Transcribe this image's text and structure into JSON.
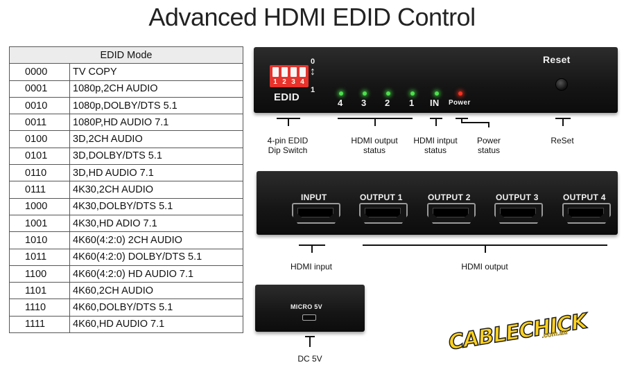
{
  "title": "Advanced HDMI EDID Control",
  "edid_table": {
    "header": "EDID Mode",
    "rows": [
      {
        "code": "0000",
        "desc": "TV COPY"
      },
      {
        "code": "0001",
        "desc": "1080p,2CH AUDIO"
      },
      {
        "code": "0010",
        "desc": "1080p,DOLBY/DTS 5.1"
      },
      {
        "code": "0011",
        "desc": "1080P,HD AUDIO 7.1"
      },
      {
        "code": "0100",
        "desc": "3D,2CH AUDIO"
      },
      {
        "code": "0101",
        "desc": "3D,DOLBY/DTS 5.1"
      },
      {
        "code": "0110",
        "desc": "3D,HD AUDIO 7.1"
      },
      {
        "code": "0111",
        "desc": "4K30,2CH AUDIO"
      },
      {
        "code": "1000",
        "desc": "4K30,DOLBY/DTS 5.1"
      },
      {
        "code": "1001",
        "desc": "4K30,HD ADIO 7.1"
      },
      {
        "code": "1010",
        "desc": "4K60(4:2:0) 2CH AUDIO"
      },
      {
        "code": "1011",
        "desc": "4K60(4:2:0) DOLBY/DTS 5.1"
      },
      {
        "code": "1100",
        "desc": "4K60(4:2:0) HD AUDIO 7.1"
      },
      {
        "code": "1101",
        "desc": "4K60,2CH AUDIO"
      },
      {
        "code": "1110",
        "desc": "4K60,DOLBY/DTS 5.1"
      },
      {
        "code": "1111",
        "desc": "4K60,HD AUDIO 7.1"
      }
    ]
  },
  "front_panel": {
    "edid_label": "EDID",
    "dip_numbers": [
      "1",
      "2",
      "3",
      "4"
    ],
    "switch_top": "0",
    "switch_bottom": "1",
    "status_labels": [
      "4",
      "3",
      "2",
      "1",
      "IN"
    ],
    "power_label": "Power",
    "reset_label": "Reset",
    "captions": {
      "dip": "4-pin EDID\nDip Switch",
      "output_status": "HDMI output\nstatus",
      "input_status": "HDMI intput\nstatus",
      "power_status": "Power\nstatus",
      "reset": "ReSet"
    }
  },
  "back_panel": {
    "ports": [
      "INPUT",
      "OUTPUT 1",
      "OUTPUT 2",
      "OUTPUT 3",
      "OUTPUT 4"
    ],
    "captions": {
      "hdmi_input": "HDMI input",
      "hdmi_output": "HDMI output"
    }
  },
  "side_panel": {
    "port_label": "MICRO 5V",
    "caption": "DC 5V"
  },
  "logo": {
    "main": "CABLECHICK",
    "sub": ".com.au"
  },
  "colors": {
    "device": "#1a1a1a",
    "dip_switch": "#e8322c",
    "led_green": "#4ee04e",
    "led_red": "#ff3020",
    "logo": "#ffd21f"
  }
}
